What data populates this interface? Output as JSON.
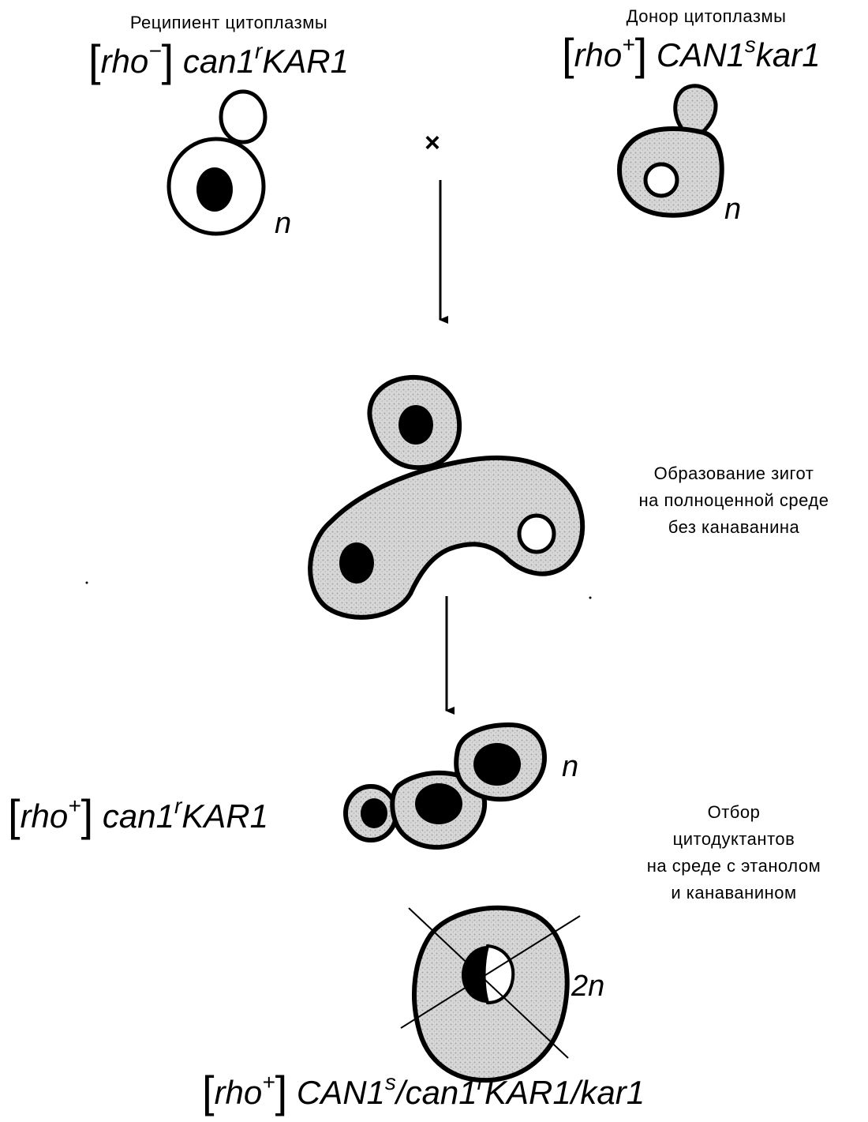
{
  "recipient": {
    "title": "Реципиент цитоплазмы",
    "bracket_open": "[",
    "mito": "rho",
    "mito_sign": "−",
    "bracket_close": "]",
    "gene1": "can1",
    "gene1_sup": "r",
    "gene2": "KAR1",
    "ploidy": "n"
  },
  "donor": {
    "title": "Донор цитоплазмы",
    "bracket_open": "[",
    "mito": "rho",
    "mito_sign": "+",
    "bracket_close": "]",
    "gene1": "CAN1",
    "gene1_sup": "s",
    "gene2": "kar1",
    "ploidy": "n"
  },
  "cross_symbol": "×",
  "zygote_caption": [
    "Образование зигот",
    "на полноценной среде",
    "без канаванина"
  ],
  "cytoductant": {
    "bracket_open": "[",
    "mito": "rho",
    "mito_sign": "+",
    "bracket_close": "]",
    "gene1": "can1",
    "gene1_sup": "r",
    "gene2": "KAR1",
    "ploidy": "n"
  },
  "selection_caption": [
    "Отбор",
    "цитодуктантов",
    "на среде с этанолом",
    "и канаванином"
  ],
  "diploid": {
    "bracket_open": "[",
    "mito": "rho",
    "mito_sign": "+",
    "bracket_close": "]",
    "gene1": "CAN1",
    "gene1_sup": "s",
    "rest": "/can1",
    "rest_sup": "r",
    "tail": "KAR1/kar1",
    "ploidy": "2n"
  },
  "colors": {
    "ink": "#000000",
    "cytoplasm_fill": "#cfcfcf",
    "background": "#ffffff"
  }
}
